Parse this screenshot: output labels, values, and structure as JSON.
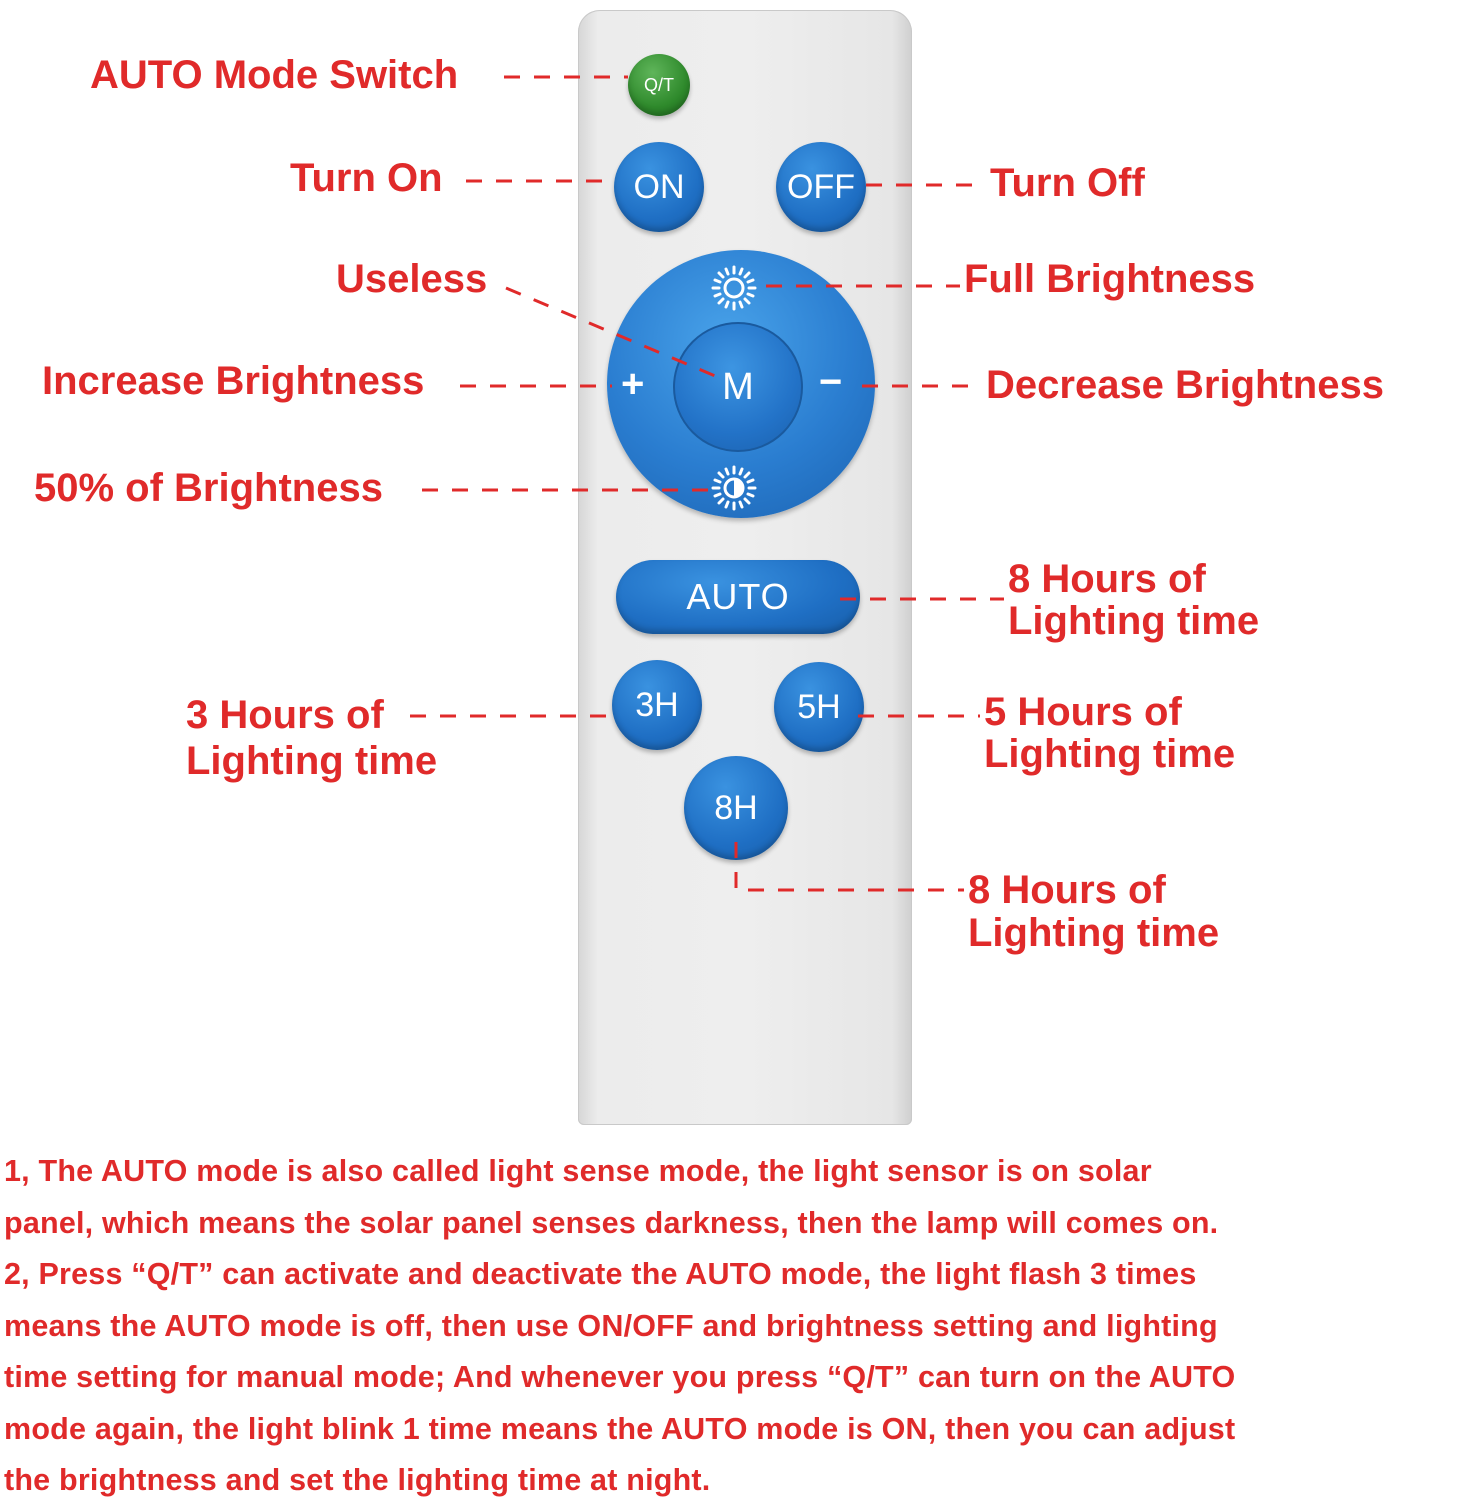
{
  "remote": {
    "buttons": {
      "qt": "Q/T",
      "on": "ON",
      "off": "OFF",
      "plus": "+",
      "m": "M",
      "minus": "−",
      "auto": "AUTO",
      "h3": "3H",
      "h5": "5H",
      "h8": "8H"
    },
    "icons": {
      "full_brightness": "sun-icon",
      "half_brightness": "half-sun-icon"
    }
  },
  "labels": {
    "auto_mode_switch": "AUTO Mode Switch",
    "turn_on": "Turn On",
    "turn_off": "Turn Off",
    "useless": "Useless",
    "full_brightness": "Full Brightness",
    "increase_brightness": "Increase Brightness",
    "decrease_brightness": "Decrease Brightness",
    "half_brightness": "50% of Brightness",
    "auto_8h_line1": "8 Hours of",
    "auto_8h_line2": "Lighting time",
    "h3_line1": "3 Hours of",
    "h3_line2": "Lighting time",
    "h5_line1": "5 Hours of",
    "h5_line2": "Lighting time",
    "h8_line1": "8 Hours of",
    "h8_line2": "Lighting time"
  },
  "notes": [
    "1, The AUTO mode is also called light sense mode, the light sensor is on solar",
    "panel, which means the solar panel senses darkness, then the lamp will comes on.",
    "2, Press “Q/T” can activate and deactivate the AUTO mode, the light flash 3 times",
    "means the AUTO mode is off, then use ON/OFF and brightness setting and lighting",
    "time setting for manual mode; And whenever you press “Q/T” can turn on the AUTO",
    "mode again, the light blink 1 time means the AUTO mode is ON, then you can adjust",
    "the brightness and set the lighting time at night."
  ],
  "colors": {
    "label_red": "#e02a2a",
    "button_blue": "#1f6fc4",
    "button_green": "#2f8a2c",
    "remote_body": "#eeeeee"
  }
}
